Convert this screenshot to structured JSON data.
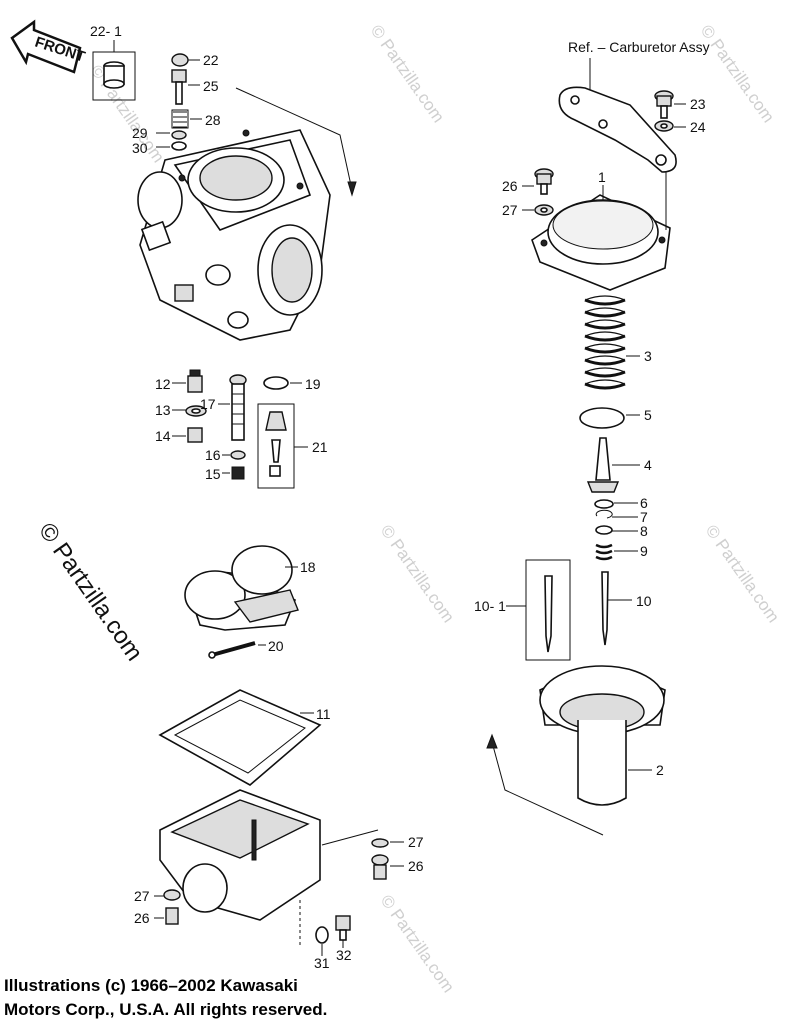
{
  "ref_label": "Ref. – Carburetor Assy",
  "front_label": "FRONT",
  "watermarks": [
    "© Partzilla.com",
    "© Partzilla.com",
    "© Partzilla.com",
    "© Partzilla.com",
    "© Partzilla.com",
    "© Partzilla.com"
  ],
  "side_watermark": "© Partzilla.com",
  "callouts": {
    "c22_1": "22- 1",
    "c22": "22",
    "c25": "25",
    "c28": "28",
    "c29": "29",
    "c30": "30",
    "c23": "23",
    "c24": "24",
    "c26a": "26",
    "c27a": "27",
    "c1": "1",
    "c3": "3",
    "c5": "5",
    "c4": "4",
    "c6": "6",
    "c7": "7",
    "c8": "8",
    "c9": "9",
    "c10": "10",
    "c10_1": "10- 1",
    "c2": "2",
    "c12": "12",
    "c13": "13",
    "c14": "14",
    "c16": "16",
    "c15": "15",
    "c17": "17",
    "c19": "19",
    "c21": "21",
    "c18": "18",
    "c20": "20",
    "c11": "11",
    "c27b": "27",
    "c26b": "26",
    "c27c": "27",
    "c26c": "26",
    "c31": "31",
    "c32": "32"
  },
  "copyright_line1": "Illustrations (c) 1966–2002 Kawasaki",
  "copyright_line2": "Motors Corp., U.S.A.  All rights reserved."
}
